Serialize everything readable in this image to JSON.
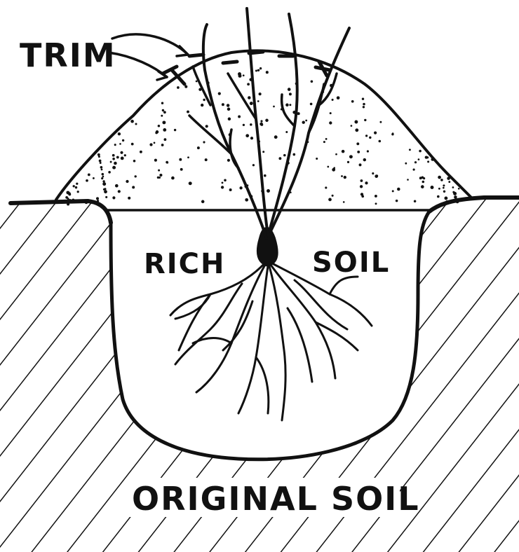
{
  "labels": {
    "trim": "TRIM",
    "rich_soil_left": "RICH",
    "rich_soil_right": "SOIL",
    "original_soil": "ORIGINAL SOIL"
  },
  "colors": {
    "ink": "#111111",
    "paper": "#ffffff"
  }
}
